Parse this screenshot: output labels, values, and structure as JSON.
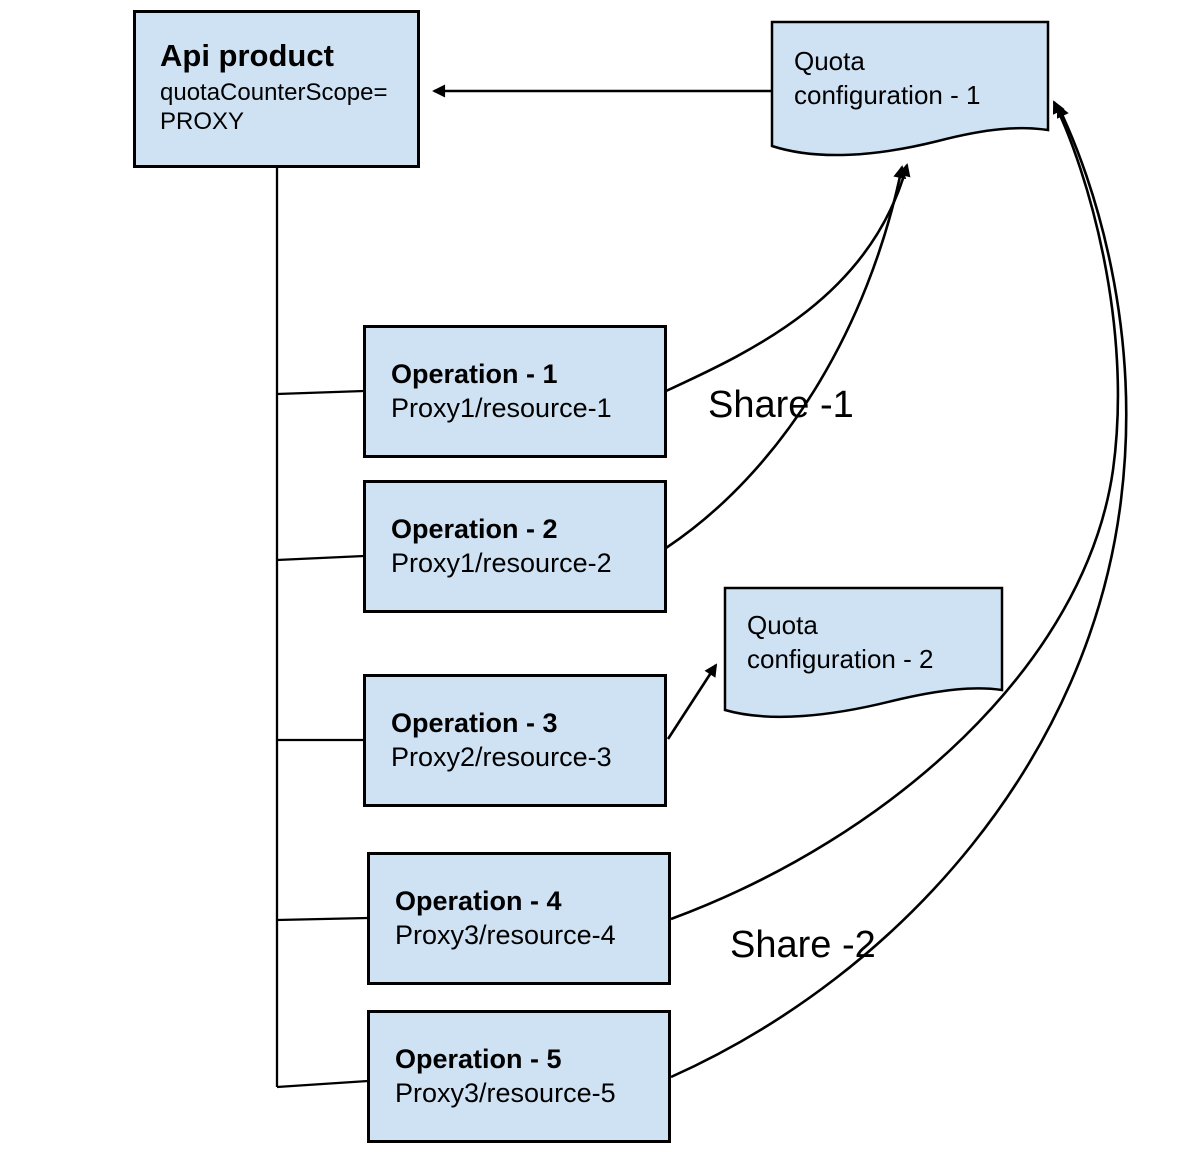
{
  "colors": {
    "node_fill": "#cfe2f3",
    "line": "#000000"
  },
  "nodes": {
    "api_product": {
      "title": "Api product",
      "line1": "quotaCounterScope=",
      "line2": "PROXY"
    },
    "quota_configuration_1": {
      "line1": "Quota",
      "line2": "configuration - 1"
    },
    "quota_configuration_2": {
      "line1": "Quota",
      "line2": "configuration - 2"
    },
    "operations": [
      {
        "title": "Operation - 1",
        "subtitle": "Proxy1/resource-1"
      },
      {
        "title": "Operation - 2",
        "subtitle": "Proxy1/resource-2"
      },
      {
        "title": "Operation - 3",
        "subtitle": "Proxy2/resource-3"
      },
      {
        "title": "Operation - 4",
        "subtitle": "Proxy3/resource-4"
      },
      {
        "title": "Operation - 5",
        "subtitle": "Proxy3/resource-5"
      }
    ]
  },
  "labels": {
    "share1": "Share -1",
    "share2": "Share -2"
  }
}
